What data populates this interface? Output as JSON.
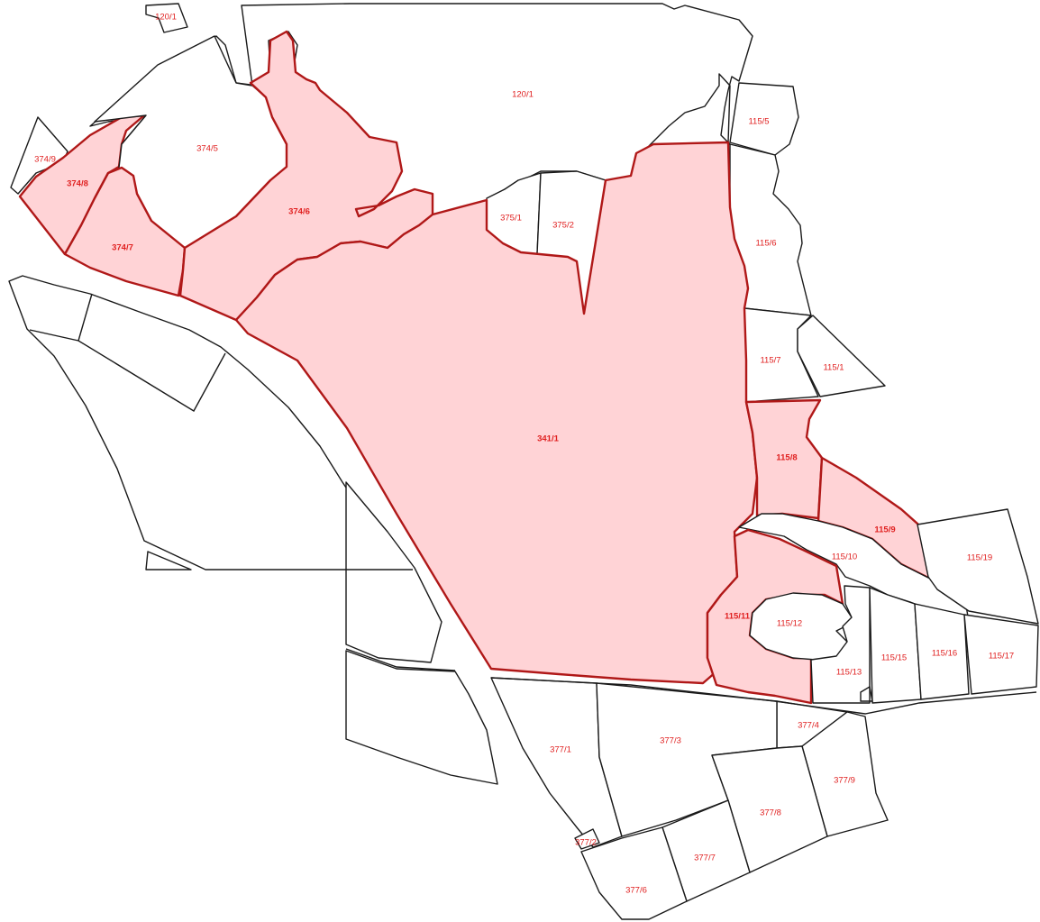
{
  "colors": {
    "selected_fill": "#ffd3d6",
    "selected_outline": "#b01818",
    "parcel_outline": "#1a1a1a",
    "label_color": "#e02020"
  },
  "parcels": [
    {
      "id": "120/1",
      "selected": false
    },
    {
      "id": "120/1",
      "selected": false
    },
    {
      "id": "374/9",
      "selected": false
    },
    {
      "id": "374/8",
      "selected": true
    },
    {
      "id": "374/5",
      "selected": false
    },
    {
      "id": "374/7",
      "selected": true
    },
    {
      "id": "374/6",
      "selected": true
    },
    {
      "id": "375/1",
      "selected": false
    },
    {
      "id": "375/2",
      "selected": false
    },
    {
      "id": "115/5",
      "selected": false
    },
    {
      "id": "115/6",
      "selected": false
    },
    {
      "id": "115/7",
      "selected": false
    },
    {
      "id": "115/1",
      "selected": false
    },
    {
      "id": "341/1",
      "selected": true
    },
    {
      "id": "115/8",
      "selected": true
    },
    {
      "id": "115/9",
      "selected": true
    },
    {
      "id": "115/10",
      "selected": false
    },
    {
      "id": "115/19",
      "selected": false
    },
    {
      "id": "115/11",
      "selected": true
    },
    {
      "id": "115/12",
      "selected": false
    },
    {
      "id": "115/13",
      "selected": false
    },
    {
      "id": "115/15",
      "selected": false
    },
    {
      "id": "115/16",
      "selected": false
    },
    {
      "id": "115/17",
      "selected": false
    },
    {
      "id": "377/4",
      "selected": false
    },
    {
      "id": "377/1",
      "selected": false
    },
    {
      "id": "377/3",
      "selected": false
    },
    {
      "id": "377/9",
      "selected": false
    },
    {
      "id": "377/8",
      "selected": false
    },
    {
      "id": "377/2",
      "selected": false
    },
    {
      "id": "377/7",
      "selected": false
    },
    {
      "id": "377/6",
      "selected": false
    }
  ]
}
